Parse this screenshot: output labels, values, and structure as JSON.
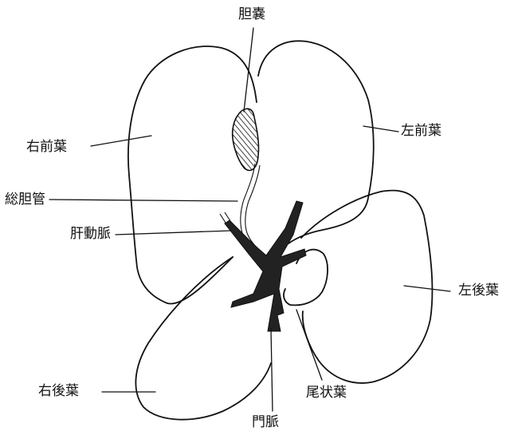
{
  "labels": {
    "gallbladder": "胆嚢",
    "right_anterior_lobe": "右前葉",
    "left_anterior_lobe": "左前葉",
    "common_bile_duct": "総胆管",
    "hepatic_artery": "肝動脈",
    "left_posterior_lobe": "左後葉",
    "right_posterior_lobe": "右後葉",
    "caudate_lobe": "尾状葉",
    "portal_vein": "門脈"
  }
}
